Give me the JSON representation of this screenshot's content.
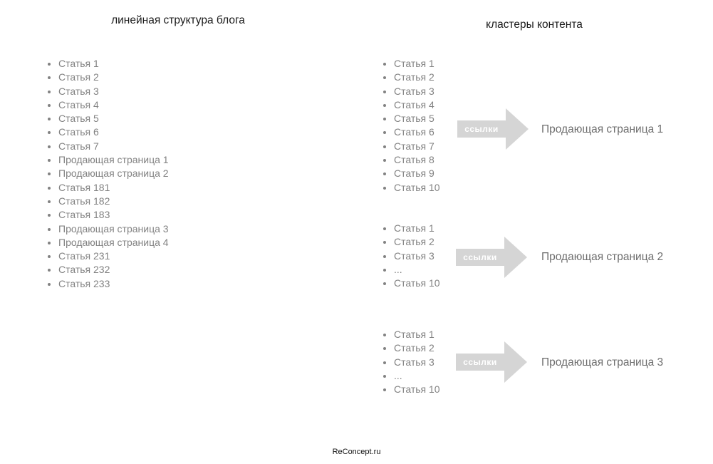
{
  "colors": {
    "title-text": "#1a1a1a",
    "list-text": "#828282",
    "target-text": "#6e6e6e",
    "arrow-fill": "#d5d5d5",
    "arrow-label-text": "#ffffff",
    "footer-text": "#111111",
    "background": "#ffffff"
  },
  "left_section": {
    "title": "линейная структура блога",
    "items": [
      "Статья 1",
      "Статья 2",
      "Статья 3",
      "Статья 4",
      "Статья 5",
      "Статья 6",
      "Статья 7",
      "Продающая страница 1",
      "Продающая страница 2",
      "Статья 181",
      "Статья 182",
      "Статья 183",
      "Продающая страница 3",
      "Продающая страница 4",
      "Статья 231",
      "Статья 232",
      "Статья 233"
    ]
  },
  "right_section": {
    "title": "кластеры контента",
    "clusters": [
      {
        "items": [
          "Статья 1",
          "Статья 2",
          "Статья 3",
          "Статья 4",
          "Статья 5",
          "Статья 6",
          "Статья 7",
          "Статья 8",
          "Статья 9",
          "Статья 10"
        ],
        "arrow_label": "ссылки",
        "target": "Продающая страница 1"
      },
      {
        "items": [
          "Статья 1",
          "Статья 2",
          "Статья 3",
          "...",
          "Статья 10"
        ],
        "arrow_label": "ссылки",
        "target": "Продающая страница 2"
      },
      {
        "items": [
          "Статья 1",
          "Статья 2",
          "Статья 3",
          "...",
          "Статья 10"
        ],
        "arrow_label": "ссылки",
        "target": "Продающая страница 3"
      }
    ]
  },
  "footer": {
    "brand": "ReConcept.ru"
  }
}
